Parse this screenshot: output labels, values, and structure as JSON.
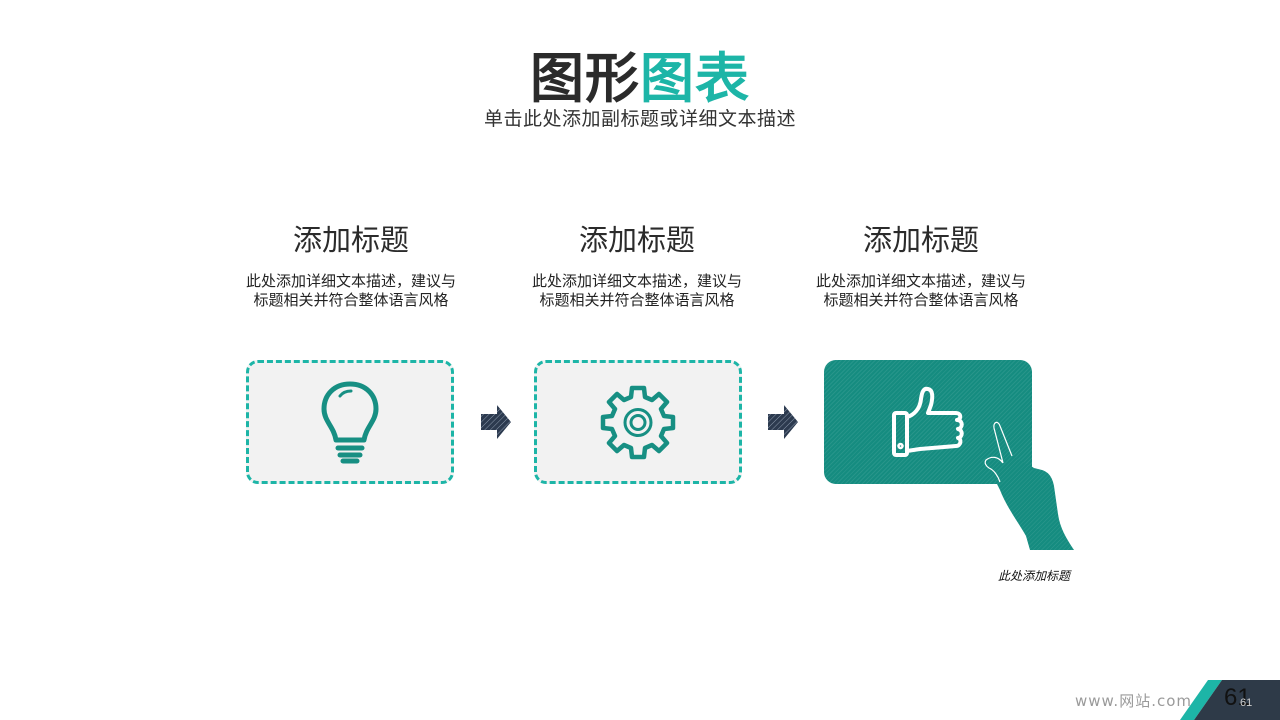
{
  "header": {
    "title_part1": "图形",
    "title_part2": "图表",
    "subtitle": "单击此处添加副标题或详细文本描述"
  },
  "steps": [
    {
      "title": "添加标题",
      "description": "此处添加详细文本描述，建议与标题相关并符合整体语言风格",
      "icon": "lightbulb-icon",
      "box_style": "dashed"
    },
    {
      "title": "添加标题",
      "description": "此处添加详细文本描述，建议与标题相关并符合整体语言风格",
      "icon": "gear-icon",
      "box_style": "dashed"
    },
    {
      "title": "添加标题",
      "description": "此处添加详细文本描述，建议与标题相关并符合整体语言风格",
      "icon": "thumbs-up-icon",
      "box_style": "solid"
    }
  ],
  "connectors": [
    "arrow-right-icon",
    "arrow-right-icon"
  ],
  "caption": "此处添加标题",
  "footer": {
    "url": "www.网站.com",
    "page_number": "61",
    "page_number_small": "61"
  },
  "colors": {
    "accent": "#1db5a7",
    "solid_box": "#158c80",
    "box_fill": "#f2f2f2",
    "arrow": "#2c3a4f",
    "footer_dark": "#2e3a48"
  }
}
